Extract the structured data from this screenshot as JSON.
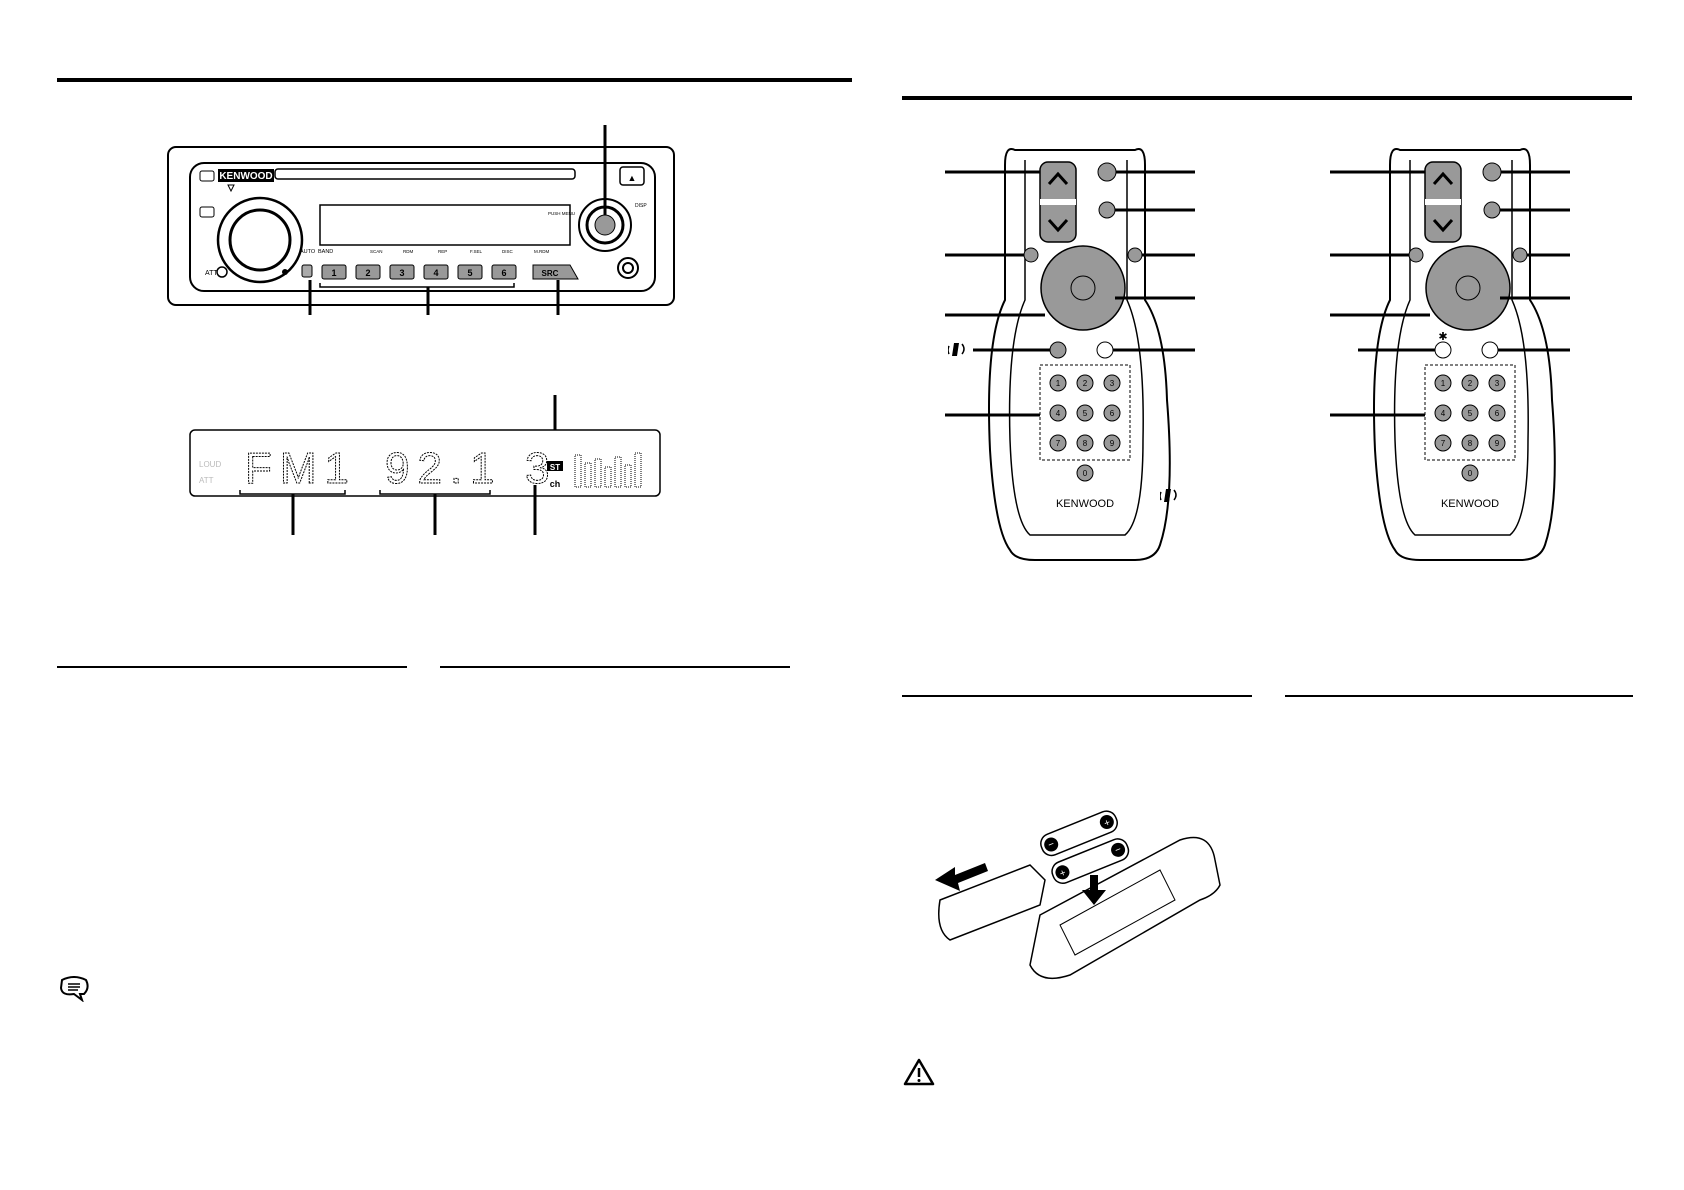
{
  "head_unit": {
    "brand": "KENWOOD",
    "labels": {
      "eject": "▲",
      "disp": "DISP",
      "push_menu": "PUSH MENU",
      "auto_band": "AUTO",
      "band": "BAND",
      "att": "ATT",
      "src": "SRC"
    },
    "preset_buttons": [
      "1",
      "2",
      "3",
      "4",
      "5",
      "6"
    ],
    "preset_sub_labels": [
      "SCAN",
      "RDM",
      "REP",
      "F.SEL",
      "DISC",
      "M.RDM"
    ]
  },
  "display": {
    "band": "FM1",
    "frequency": "92.1",
    "preset": "3",
    "stereo": "ST",
    "channel": "ch",
    "left_indicators": [
      "LOUD",
      "ATT"
    ]
  },
  "remotes": [
    {
      "brand": "KENWOOD",
      "keys": [
        "1",
        "2",
        "3",
        "4",
        "5",
        "6",
        "7",
        "8",
        "9",
        "0"
      ],
      "special_icon": "phone-icon"
    },
    {
      "brand": "KENWOOD",
      "keys": [
        "1",
        "2",
        "3",
        "4",
        "5",
        "6",
        "7",
        "8",
        "9",
        "0"
      ],
      "special_icon": "star-icon"
    }
  ],
  "icons": {
    "note": "note-icon",
    "warning": "warning-icon"
  }
}
